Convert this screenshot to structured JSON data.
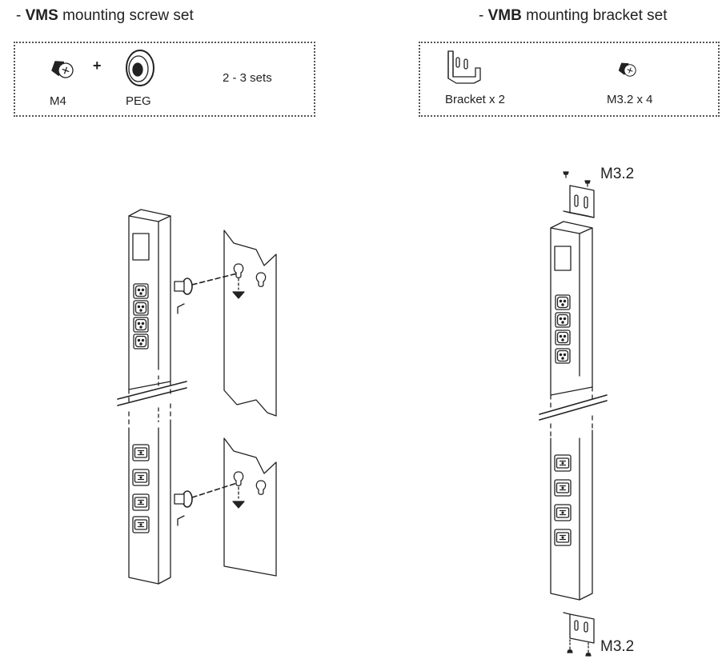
{
  "vms": {
    "dash": "- ",
    "code": "VMS",
    "title_rest": " mounting screw set",
    "m4_label": "M4",
    "plus": "+",
    "peg_label": "PEG",
    "sets_label": "2 - 3 sets"
  },
  "vmb": {
    "dash": "- ",
    "code": "VMB",
    "title_rest": " mounting bracket set",
    "bracket_label": "Bracket x 2",
    "screw_label": "M3.2 x 4"
  },
  "diagram": {
    "top_screw_label": "M3.2",
    "bottom_screw_label": "M3.2"
  }
}
